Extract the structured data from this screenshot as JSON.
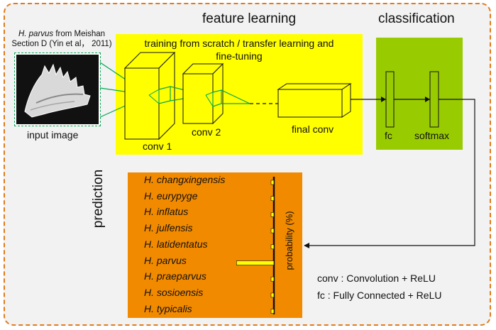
{
  "sections": {
    "feature_learning": "feature learning",
    "classification": "classification",
    "prediction": "prediction"
  },
  "input": {
    "caption_italic": "H. parvus",
    "caption_rest_line1": " from Meishan",
    "caption_line2": "Section D (Yin et al， 2011)",
    "label": "input image"
  },
  "feature_box": {
    "heading_line1": "training from scratch / transfer learning and",
    "heading_line2": "fine-tuning"
  },
  "layers": {
    "conv1": "conv 1",
    "conv2": "conv 2",
    "final_conv": "final conv",
    "fc": "fc",
    "softmax": "softmax"
  },
  "prediction": {
    "axis_label": "probability (%)",
    "species": [
      {
        "name": "H. changxingensis",
        "probability": 2
      },
      {
        "name": "H. eurypyge",
        "probability": 1
      },
      {
        "name": "H. inflatus",
        "probability": 2
      },
      {
        "name": "H. julfensis",
        "probability": 1
      },
      {
        "name": "H. latidentatus",
        "probability": 3
      },
      {
        "name": "H. parvus",
        "probability": 85
      },
      {
        "name": "H. praeparvus",
        "probability": 4
      },
      {
        "name": "H. sosioensis",
        "probability": 1
      },
      {
        "name": "H. typicalis",
        "probability": 2
      }
    ]
  },
  "legend": {
    "line1": "conv : Convolution + ReLU",
    "line2": "fc : Fully Connected + ReLU"
  },
  "colors": {
    "frame_border": "#e07b1a",
    "feature_box": "#ffff00",
    "classification_box": "#99cc00",
    "prediction_box": "#f28a00",
    "connector": "#00a651"
  }
}
